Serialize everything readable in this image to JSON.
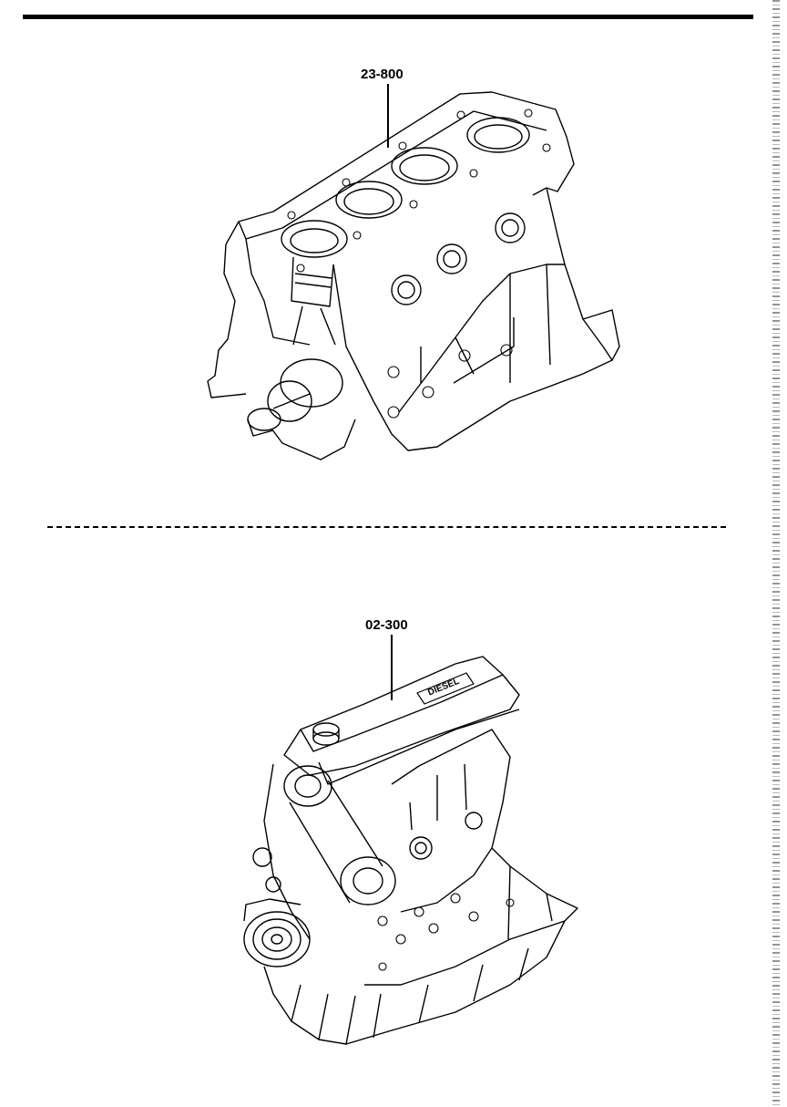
{
  "figure": {
    "callouts": [
      {
        "id": "short-block",
        "label": "23-800"
      },
      {
        "id": "complete-engine",
        "label": "02-300"
      }
    ],
    "engine_logo_text": "DIESEL"
  }
}
